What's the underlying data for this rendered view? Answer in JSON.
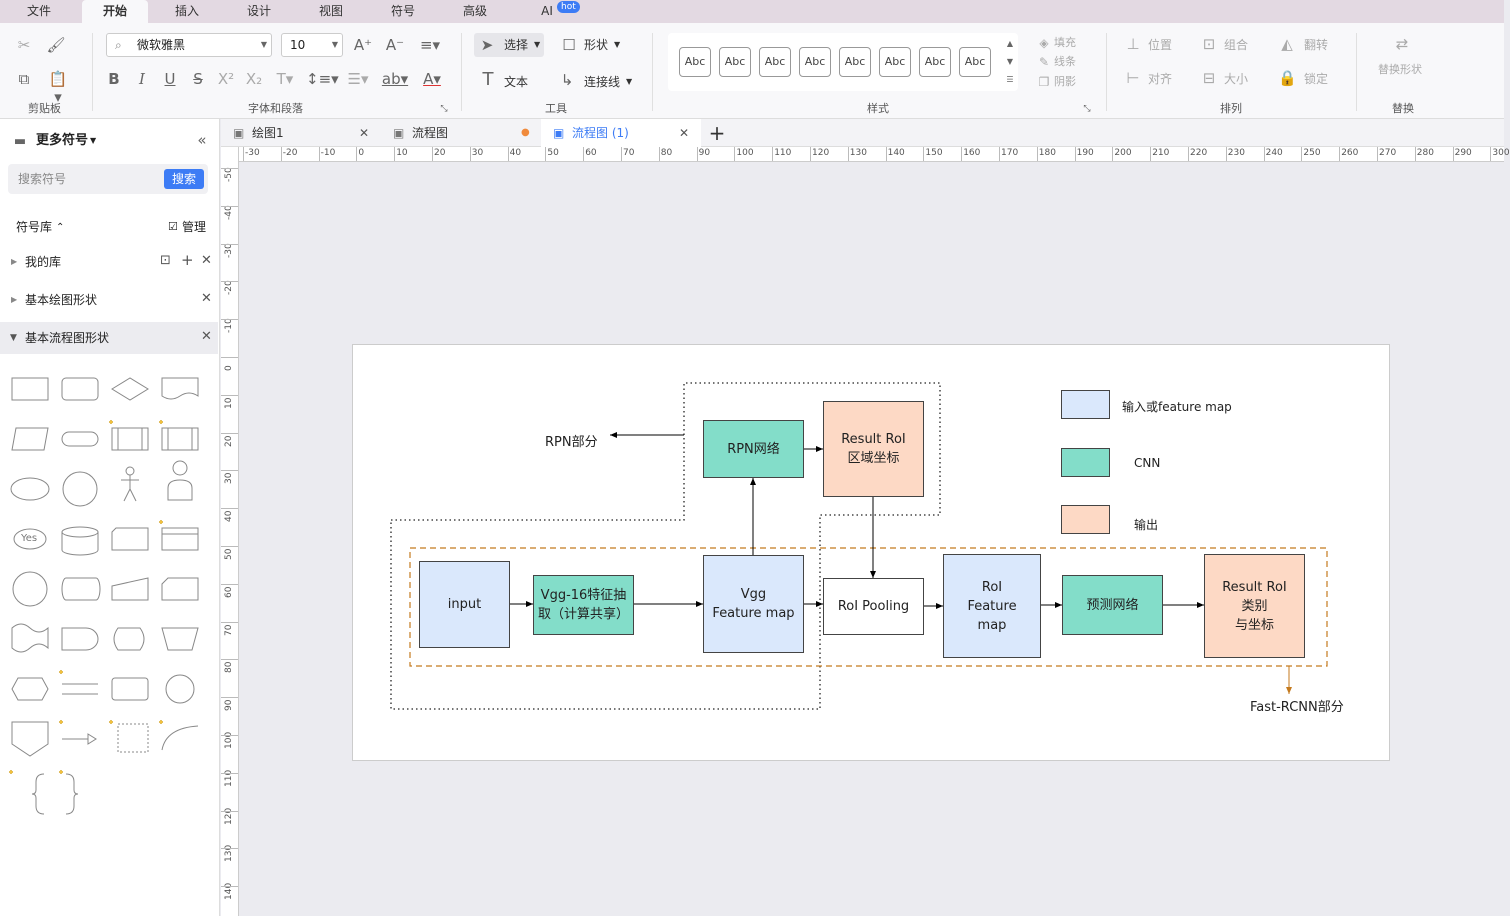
{
  "menu": {
    "tabs": [
      "文件",
      "开始",
      "插入",
      "设计",
      "视图",
      "符号",
      "高级",
      "AI"
    ],
    "active_tab": "开始",
    "ai_badge": "hot"
  },
  "ribbon": {
    "font_family": "微软雅黑",
    "font_size": "10",
    "tools": {
      "select": "选择",
      "shape": "形状",
      "text": "文本",
      "connector": "连接线"
    },
    "style_box_label": "Abc",
    "style_box_count": 8,
    "style_options": {
      "fill": "填充",
      "line": "线条",
      "shadow": "阴影"
    },
    "arrange": {
      "position": "位置",
      "group": "组合",
      "flip": "翻转",
      "align": "对齐",
      "size": "大小",
      "lock": "锁定"
    },
    "replace_shape": "替换形状",
    "groups": {
      "clipboard": "剪贴板",
      "font_paragraph": "字体和段落",
      "tools": "工具",
      "styles": "样式",
      "arrange": "排列",
      "replace": "替换"
    }
  },
  "sidebar": {
    "title": "更多符号",
    "search_placeholder": "搜索符号",
    "search_button": "搜索",
    "library_header": "符号库",
    "manage": "管理",
    "libraries": [
      "我的库",
      "基本绘图形状",
      "基本流程图形状"
    ],
    "shape_texts": {
      "yes": "Yes"
    }
  },
  "doc_tabs": [
    {
      "label": "绘图1",
      "status": "close"
    },
    {
      "label": "流程图",
      "status": "modified"
    },
    {
      "label": "流程图 (1)",
      "status": "close"
    }
  ],
  "rulers": {
    "h_labels": [
      "-30",
      "-20",
      "-10",
      "0",
      "10",
      "20",
      "30",
      "40",
      "50",
      "60",
      "70",
      "80",
      "90",
      "100",
      "110",
      "120",
      "130",
      "140",
      "150",
      "160",
      "170",
      "180",
      "190",
      "200",
      "210",
      "220",
      "230",
      "240",
      "250",
      "260",
      "270",
      "280",
      "290",
      "300"
    ],
    "v_labels": [
      "-50",
      "-40",
      "-30",
      "-20",
      "-10",
      "0",
      "10",
      "20",
      "30",
      "40",
      "50",
      "60",
      "70",
      "80",
      "90",
      "100",
      "110",
      "120",
      "130",
      "140"
    ]
  },
  "diagram": {
    "nodes": {
      "input": "input",
      "vgg16": "Vgg-16特征抽\n取（计算共享）",
      "vgg_fm": "Vgg\nFeature map",
      "rpn": "RPN网络",
      "result_roi": "Result RoI\n区域坐标",
      "roi_pooling": "RoI Pooling",
      "roi_fm": "RoI\nFeature\nmap",
      "predict": "预测网络",
      "result_cls": "Result RoI\n类别\n与坐标"
    },
    "labels": {
      "rpn_part": "RPN部分",
      "fast_rcnn_part": "Fast-RCNN部分"
    },
    "legend": [
      {
        "label": "输入或feature map",
        "color": "#dae8fc"
      },
      {
        "label": "CNN",
        "color": "#83ddc9"
      },
      {
        "label": "输出",
        "color": "#fdd9c5"
      }
    ]
  },
  "colors": {
    "accent": "#3d7cf5",
    "fast_rcnn_border": "#c47a1e",
    "menubar": "#e3d9e2"
  }
}
